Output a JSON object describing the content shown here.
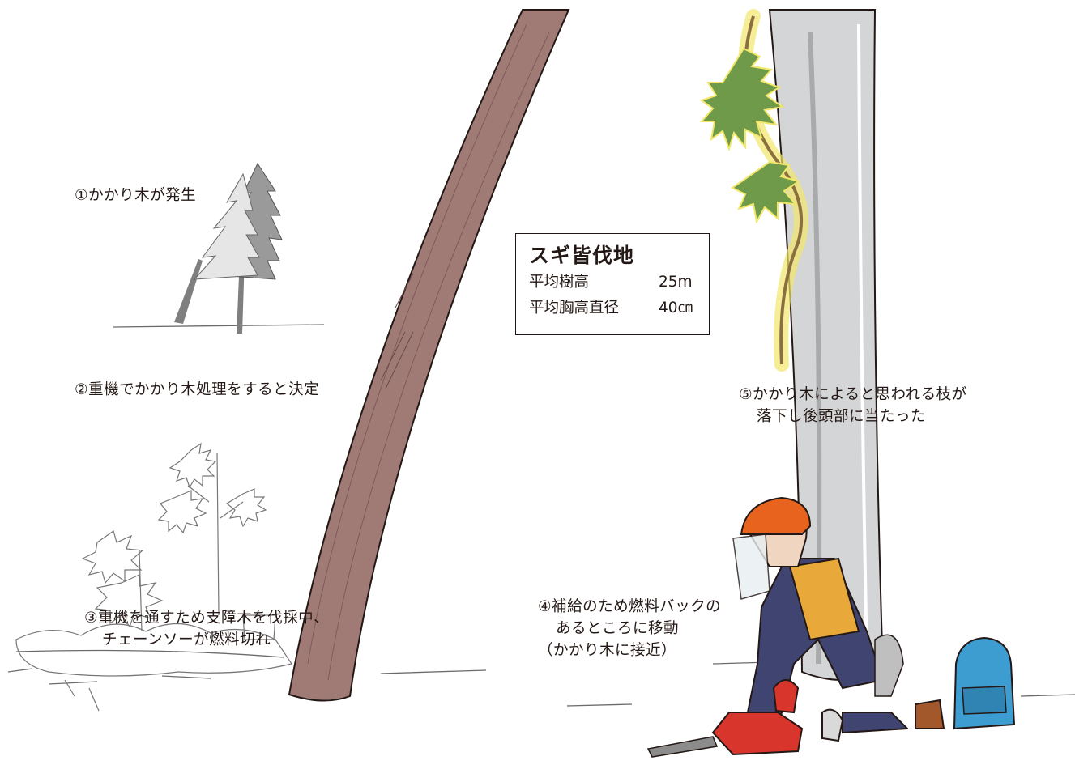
{
  "info_box": {
    "title": "スギ皆伐地",
    "rows": [
      {
        "label": "平均樹高",
        "value": "25m"
      },
      {
        "label": "平均胸高直径",
        "value": "40㎝"
      }
    ]
  },
  "captions": {
    "step1": "①かかり木が発生",
    "step2": "②重機でかかり木処理をすると決定",
    "step3_line1": "③重機を通すため支障木を伐採中、",
    "step3_line2": "チェーンソーが燃料切れ",
    "step4_line1": "④補給のため燃料バックの",
    "step4_line2": "あるところに移動",
    "step4_line3": "（かかり木に接近）",
    "step5_line1": "⑤かかり木によると思われる枝が",
    "step5_line2": "落下し後頭部に当たった"
  },
  "colors": {
    "leaning_trunk": "#a07b76",
    "standing_trunk": "#d4d5d6",
    "branch_green": "#6f9a4a",
    "branch_glow": "#f2e76a",
    "helmet": "#e8641e",
    "jacket": "#e9a83a",
    "trousers": "#3f4570",
    "backpack": "#3d9cd0",
    "chainsaw": "#d8352d"
  },
  "icons": [
    "hung-up-tree-illustration",
    "leaning-cedar-trunk",
    "falling-branch",
    "worker",
    "chainsaw-icon",
    "backpack-icon"
  ]
}
